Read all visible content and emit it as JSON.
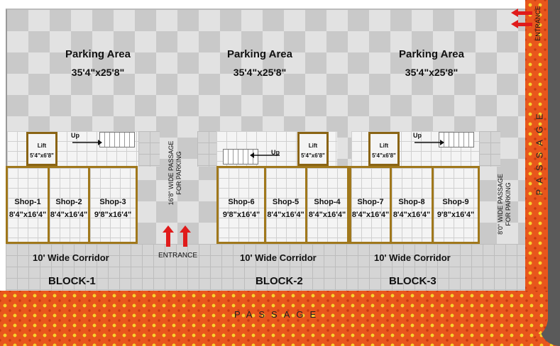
{
  "parking_areas": [
    {
      "title": "Parking Area",
      "dims": "35'4\"x25'8\""
    },
    {
      "title": "Parking Area",
      "dims": "35'4\"x25'8\""
    },
    {
      "title": "Parking Area",
      "dims": "35'4\"x25'8\""
    }
  ],
  "shops": [
    {
      "name": "Shop-1",
      "dims": "8'4\"x16'4\""
    },
    {
      "name": "Shop-2",
      "dims": "8'4\"x16'4\""
    },
    {
      "name": "Shop-3",
      "dims": "9'8\"x16'4\""
    },
    {
      "name": "Shop-6",
      "dims": "9'8\"x16'4\""
    },
    {
      "name": "Shop-5",
      "dims": "8'4\"x16'4\""
    },
    {
      "name": "Shop-4",
      "dims": "8'4\"x16'4\""
    },
    {
      "name": "Shop-7",
      "dims": "8'4\"x16'4\""
    },
    {
      "name": "Shop-8",
      "dims": "8'4\"x16'4\""
    },
    {
      "name": "Shop-9",
      "dims": "9'8\"x16'4\""
    }
  ],
  "lifts": [
    {
      "label": "Lift",
      "dims": "5'4\"x6'8\""
    },
    {
      "label": "Lift",
      "dims": "5'4\"x6'8\""
    },
    {
      "label": "Lift",
      "dims": "5'4\"x6'8\""
    }
  ],
  "stairs_label": "Up",
  "corridor_label": "10' Wide Corridor",
  "blocks": [
    "BLOCK-1",
    "BLOCK-2",
    "BLOCK-3"
  ],
  "entrance_bottom": "ENTRANCE",
  "entrance_right": "ENTRANCE",
  "wide_passage_1": [
    "16'8\" WIDE PASSAGE",
    "FOR PARKING"
  ],
  "wide_passage_2": [
    "8'0\" WIDE PASSAGE",
    "FOR PARKING"
  ],
  "passage_label": "PASSAGE",
  "colors": {
    "passage": "#e8561c",
    "wall": "#a0781c",
    "arrow": "#e01b1b"
  }
}
